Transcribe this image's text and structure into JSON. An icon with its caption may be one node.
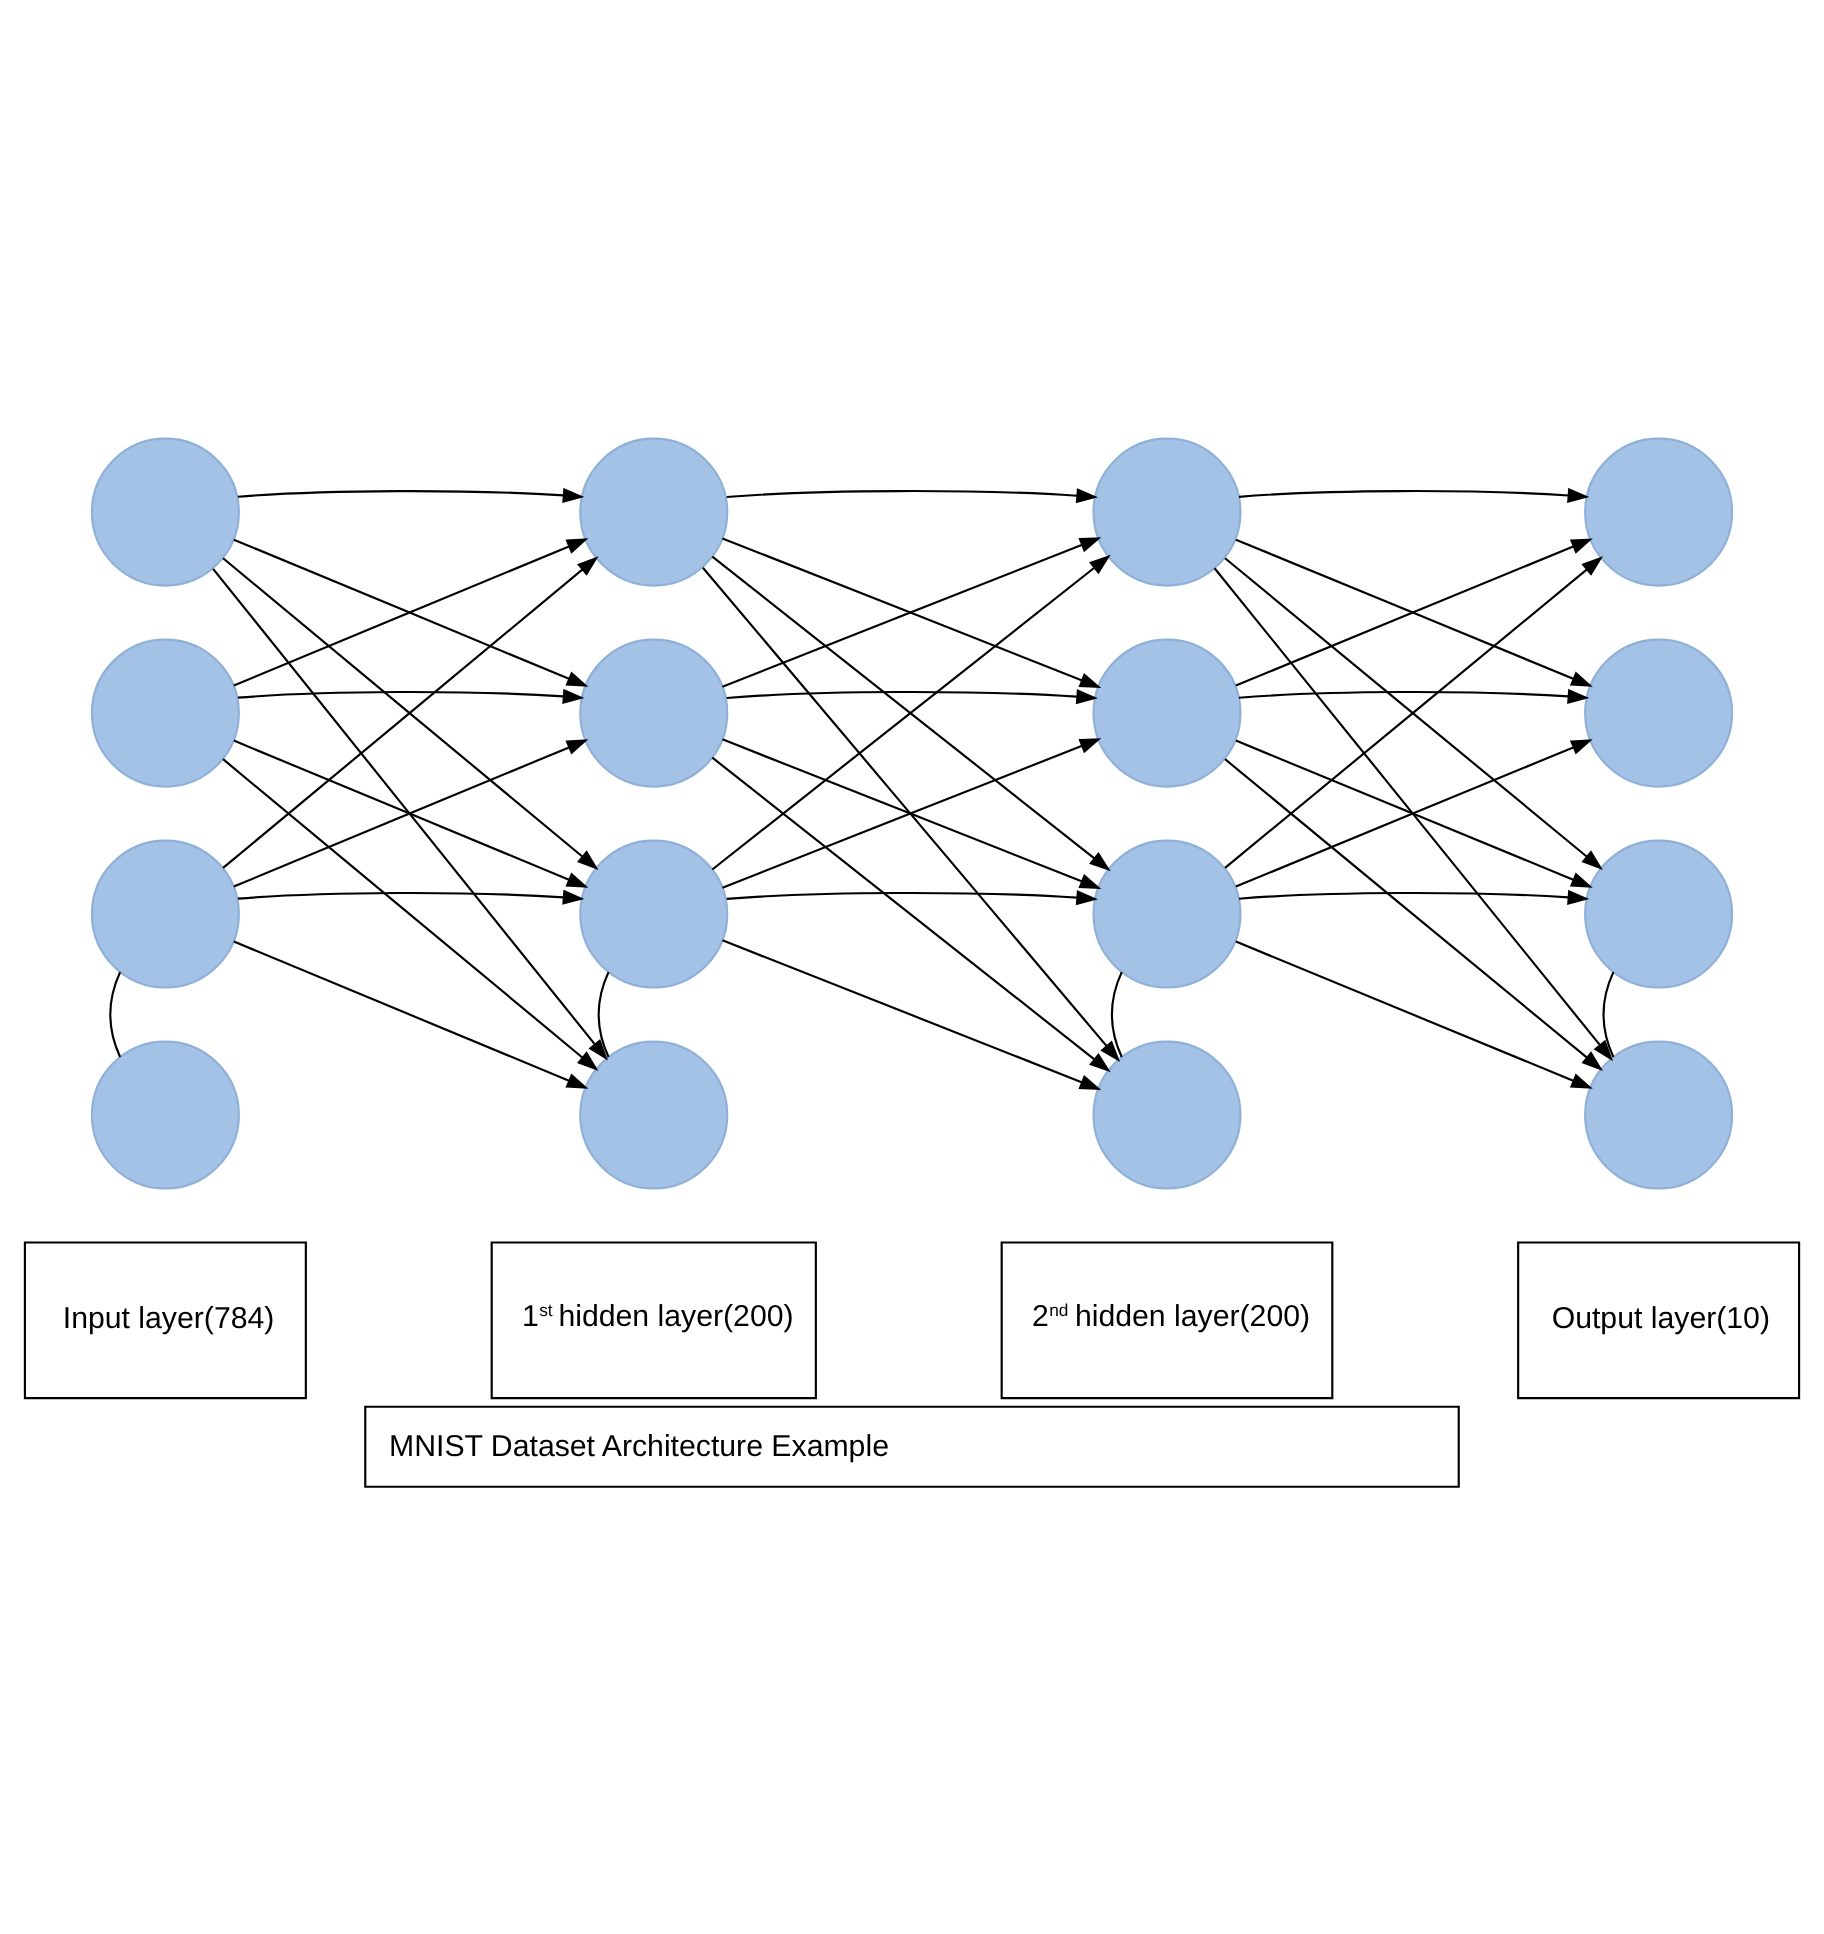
{
  "diagram": {
    "caption": "MNIST Dataset Architecture Example",
    "nodes": [
      {
        "text": [],
        "shape": "circle"
      },
      {
        "text": [],
        "shape": "circle"
      },
      {
        "text": [],
        "shape": "circle"
      },
      {
        "text": [],
        "shape": "circle"
      },
      {
        "text": [],
        "shape": "circle"
      },
      {
        "text": [],
        "shape": "circle"
      },
      {
        "text": [],
        "shape": "circle"
      },
      {
        "text": [],
        "shape": "circle"
      },
      {
        "text": [],
        "shape": "circle"
      },
      {
        "text": [],
        "shape": "circle"
      },
      {
        "text": [],
        "shape": "circle"
      },
      {
        "text": [],
        "shape": "circle"
      },
      {
        "text": [],
        "shape": "circle"
      },
      {
        "text": [],
        "shape": "circle"
      },
      {
        "text": [],
        "shape": "circle"
      },
      {
        "text": [],
        "shape": "circle"
      },
      {
        "text": [
          "Input layer(784)"
        ]
      },
      {
        "text": [
          "1$^{st}$ hidden layer(200)"
        ]
      },
      {
        "text": [
          "2$^{nd}$ hidden layer(200)"
        ]
      },
      {
        "text": [
          "Output layer(10)"
        ]
      }
    ],
    "edges": [
      {
        "from": 0,
        "to": 4,
        "arrow": "to"
      },
      {
        "from": 0,
        "to": 5,
        "arrow": "to"
      },
      {
        "from": 0,
        "to": 6,
        "arrow": "to"
      },
      {
        "from": 0,
        "to": 7,
        "arrow": "to"
      },
      {
        "from": 1,
        "to": 4,
        "arrow": "to"
      },
      {
        "from": 1,
        "to": 5,
        "arrow": "to"
      },
      {
        "from": 1,
        "to": 6,
        "arrow": "to"
      },
      {
        "from": 1,
        "to": 7,
        "arrow": "to"
      },
      {
        "from": 2,
        "to": 4,
        "arrow": "to"
      },
      {
        "from": 2,
        "to": 5,
        "arrow": "to"
      },
      {
        "from": 2,
        "to": 6,
        "arrow": "to"
      },
      {
        "from": 2,
        "to": 7,
        "arrow": "to"
      },
      {
        "from": 4,
        "to": 8,
        "arrow": "to"
      },
      {
        "from": 4,
        "to": 9,
        "arrow": "to"
      },
      {
        "from": 4,
        "to": 10,
        "arrow": "to"
      },
      {
        "from": 4,
        "to": 11,
        "arrow": "to"
      },
      {
        "from": 5,
        "to": 8,
        "arrow": "to"
      },
      {
        "from": 5,
        "to": 9,
        "arrow": "to"
      },
      {
        "from": 5,
        "to": 10,
        "arrow": "to"
      },
      {
        "from": 5,
        "to": 11,
        "arrow": "to"
      },
      {
        "from": 6,
        "to": 8,
        "arrow": "to"
      },
      {
        "from": 6,
        "to": 9,
        "arrow": "to"
      },
      {
        "from": 6,
        "to": 10,
        "arrow": "to"
      },
      {
        "from": 6,
        "to": 11,
        "arrow": "to"
      },
      {
        "from": 8,
        "to": 12,
        "arrow": "to"
      },
      {
        "from": 8,
        "to": 13,
        "arrow": "to"
      },
      {
        "from": 8,
        "to": 14,
        "arrow": "to"
      },
      {
        "from": 8,
        "to": 15,
        "arrow": "to"
      },
      {
        "from": 9,
        "to": 12,
        "arrow": "to"
      },
      {
        "from": 9,
        "to": 13,
        "arrow": "to"
      },
      {
        "from": 9,
        "to": 14,
        "arrow": "to"
      },
      {
        "from": 9,
        "to": 15,
        "arrow": "to"
      },
      {
        "from": 10,
        "to": 12,
        "arrow": "to"
      },
      {
        "from": 10,
        "to": 13,
        "arrow": "to"
      },
      {
        "from": 10,
        "to": 14,
        "arrow": "to"
      },
      {
        "from": 10,
        "to": 15,
        "arrow": "to"
      },
      {
        "from": 2,
        "to": 3,
        "arrow": "none"
      },
      {
        "from": 6,
        "to": 7,
        "arrow": "none"
      },
      {
        "from": 10,
        "to": 11,
        "arrow": "none"
      },
      {
        "from": 14,
        "to": 15,
        "arrow": "none"
      }
    ]
  }
}
